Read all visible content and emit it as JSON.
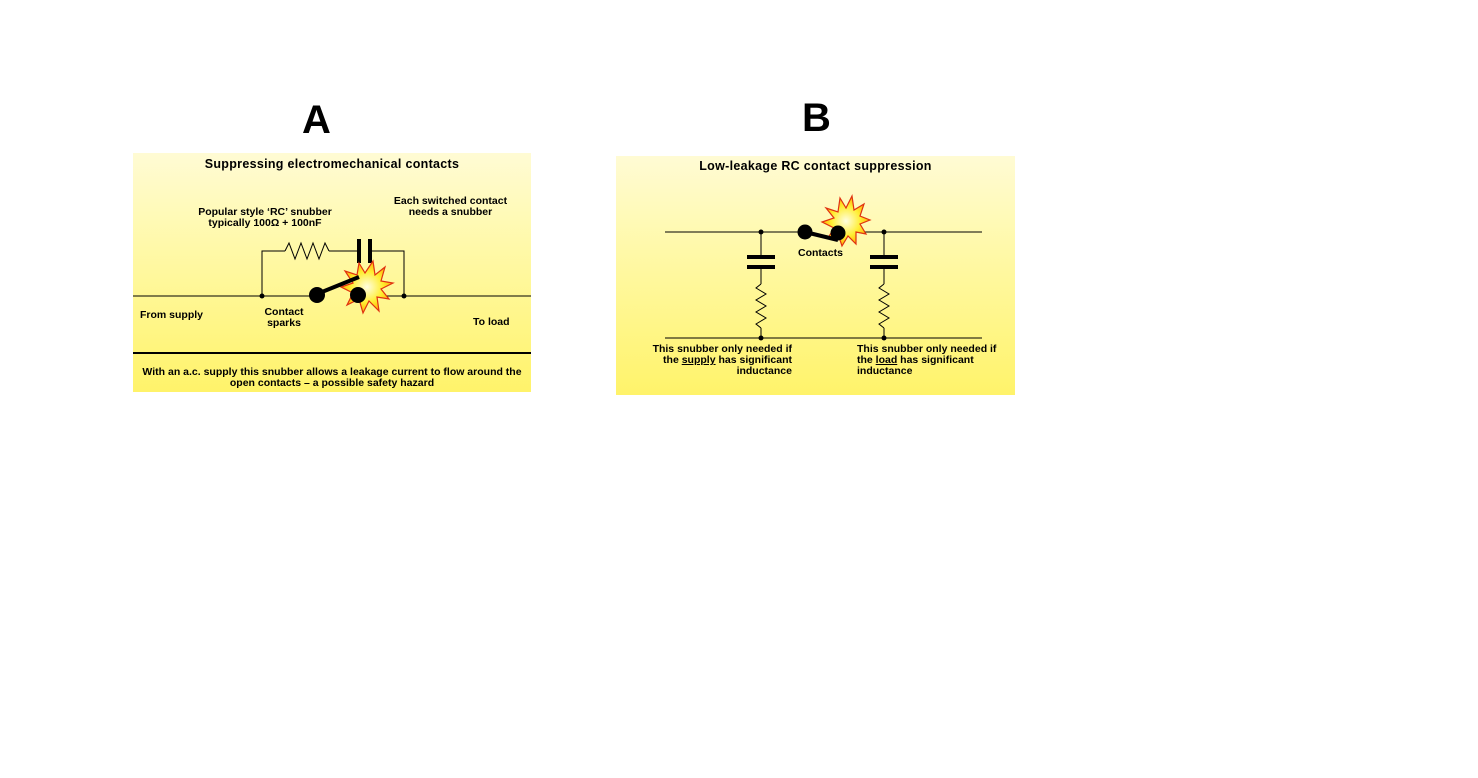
{
  "figure": {
    "panel_a": {
      "letter": "A",
      "title": "Suppressing electromechanical contacts",
      "snubber_label_line1": "Popular style ‘RC’ snubber",
      "snubber_label_line2": "typically 100Ω + 100nF",
      "each_contact_line1": "Each switched contact",
      "each_contact_line2": "needs a snubber",
      "from_supply": "From supply",
      "contact_sparks_line1": "Contact",
      "contact_sparks_line2": "sparks",
      "to_load": "To load",
      "warning_line1": "With an a.c. supply this snubber allows a leakage current to flow around the",
      "warning_line2": "open contacts – a possible safety hazard"
    },
    "panel_b": {
      "letter": "B",
      "title": "Low-leakage RC contact suppression",
      "contacts": "Contacts",
      "left_note_line1": "This snubber only needed if",
      "left_note_line2_pre": "the ",
      "left_note_line2_keyword": "supply",
      "left_note_line2_post": " has significant",
      "left_note_line3": "inductance",
      "right_note_line1": "This snubber only needed if",
      "right_note_line2_pre": "the ",
      "right_note_line2_keyword": "load",
      "right_note_line2_post": " has significant",
      "right_note_line3": "inductance"
    },
    "colors": {
      "panel_light": "#fffbd4",
      "panel_dark": "#fff36a",
      "spark_fill": "#ffee33",
      "spark_outline": "#e03010",
      "wire": "#000000"
    }
  }
}
